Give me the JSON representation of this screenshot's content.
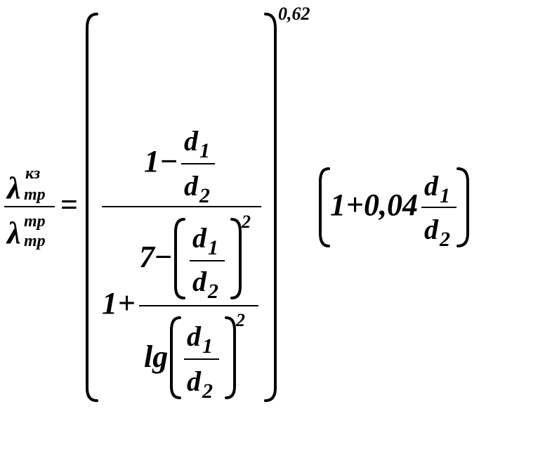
{
  "formula": {
    "lhs": {
      "numerator": {
        "symbol": "λ",
        "sup": "кз",
        "sub": "тр"
      },
      "denominator": {
        "symbol": "λ",
        "sup": "тр",
        "sub": "тр"
      }
    },
    "equals": "=",
    "outer_exponent": "0,62",
    "main_fraction": {
      "numerator": {
        "one": "1",
        "minus": "−",
        "d1": "d",
        "d1_sub": "1",
        "d2": "d",
        "d2_sub": "2"
      },
      "denominator": {
        "one": "1",
        "plus": "+",
        "inner_numerator": {
          "seven": "7",
          "minus": "−",
          "d1": "d",
          "d1_sub": "1",
          "d2": "d",
          "d2_sub": "2",
          "power": "2"
        },
        "inner_denominator": {
          "lg": "lg",
          "d1": "d",
          "d1_sub": "1",
          "d2": "d",
          "d2_sub": "2",
          "power": "2"
        }
      }
    },
    "factor": {
      "one": "1",
      "plus": "+",
      "coef": "0,04",
      "d1": "d",
      "d1_sub": "1",
      "d2": "d",
      "d2_sub": "2"
    }
  }
}
